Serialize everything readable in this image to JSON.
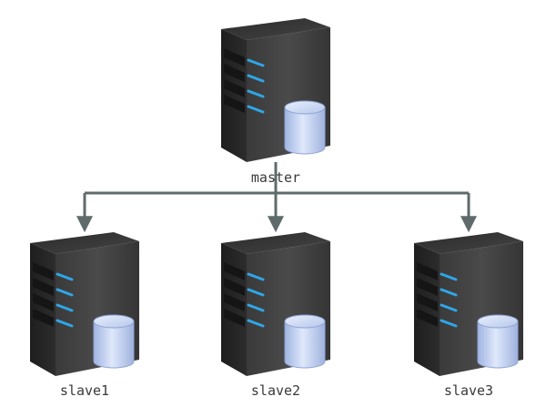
{
  "diagram": {
    "nodes": [
      {
        "id": "master",
        "label": "master",
        "icon": "server-with-database-icon"
      },
      {
        "id": "slave1",
        "label": "slave1",
        "icon": "server-with-database-icon"
      },
      {
        "id": "slave2",
        "label": "slave2",
        "icon": "server-with-database-icon"
      },
      {
        "id": "slave3",
        "label": "slave3",
        "icon": "server-with-database-icon"
      }
    ],
    "edges": [
      {
        "from": "master",
        "to": "slave1"
      },
      {
        "from": "master",
        "to": "slave2"
      },
      {
        "from": "master",
        "to": "slave3"
      }
    ],
    "colors": {
      "connector": "#5f6b6b",
      "server_body": "#3b3b3b",
      "server_led": "#2fa6e8",
      "database_body": "#c7d6f2"
    }
  }
}
